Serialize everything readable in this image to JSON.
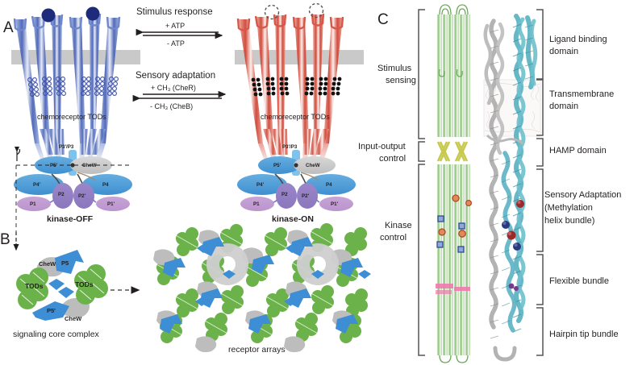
{
  "figure": {
    "panels": [
      {
        "id": "A",
        "label": "A"
      },
      {
        "id": "B",
        "label": "B"
      },
      {
        "id": "C",
        "label": "C"
      }
    ]
  },
  "panelA": {
    "letter": "A",
    "transitions": [
      {
        "title": "Stimulus response",
        "forward": "+ ATP",
        "reverse": "- ATP"
      },
      {
        "title": "Sensory adaptation",
        "forward": "+ CH₃  (CheR)",
        "reverse": "- CH₃  (CheB)"
      }
    ],
    "left_state": {
      "name": "kinase-OFF",
      "receptor_caption": "chemoreceptor  TODs",
      "ligand_state": "ligand-bound",
      "methylation_state": "unmethylated",
      "color": "#4a6fc4"
    },
    "right_state": {
      "name": "kinase-ON",
      "receptor_caption": "chemoreceptor  TODs",
      "ligand_state": "ligand-free",
      "methylation_state": "methylated",
      "color": "#d9483f"
    },
    "cheA_domains": {
      "p3": "P3'/P3",
      "p5_prime": "P5'",
      "chew": "CheW",
      "p4_prime": "P4'",
      "p4": "P4",
      "p2": "P2",
      "p2_prime": "P2'",
      "p1": "P1",
      "p1_prime": "P1'"
    },
    "membrane_color": "#c9c9c9"
  },
  "panelB": {
    "letter": "B",
    "core_complex_caption": "signaling core complex",
    "arrays_caption": "receptor arrays",
    "core_labels": {
      "chew_top": "CheW",
      "chew_bottom": "CheW",
      "p5": "P5",
      "p5_prime": "P5'",
      "tods_left": "TODs",
      "tods_right": "TODs"
    },
    "colors": {
      "tods_green": "#6cb24a",
      "cheA_blue": "#3d8ed4",
      "chew_gray": "#b8b8b8"
    }
  },
  "panelC": {
    "letter": "C",
    "left_brackets": [
      {
        "label": "Stimulus\nsensing",
        "line1": "Stimulus",
        "line2": "sensing"
      },
      {
        "label": "Input-output\ncontrol",
        "line1": "Input-output",
        "line2": "control"
      },
      {
        "label": "Kinase\ncontrol",
        "line1": "Kinase",
        "line2": "control"
      }
    ],
    "right_brackets": [
      {
        "line1": "Ligand binding",
        "line2": "domain"
      },
      {
        "line1": "Transmembrane",
        "line2": "domain"
      },
      {
        "line1": "HAMP domain",
        "line2": ""
      },
      {
        "line1": "Sensory Adaptation",
        "line2": "(Methylation",
        "line3": "helix bundle)"
      },
      {
        "line1": "Flexible bundle",
        "line2": ""
      },
      {
        "line1": "Hairpin tip bundle",
        "line2": ""
      }
    ],
    "colors": {
      "helix_green": "#b9ddae",
      "hamp_yellow": "#dfe06a",
      "methyl_orange": "#d9623a",
      "methyl_blue": "#3d5fa8",
      "glycine_pink": "#e95fa0",
      "ribbon_teal": "#6ab6c2",
      "ribbon_gray": "#9a9a9a"
    }
  }
}
